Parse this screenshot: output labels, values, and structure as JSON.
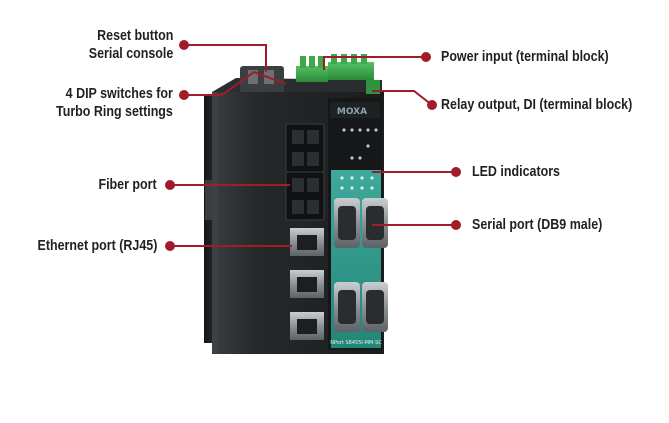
{
  "colors": {
    "leader_line": "#a01c2a",
    "housing_dark": "#1e2021",
    "faceplate_teal": "#2f9b8f",
    "terminal_green": "#3aa84a",
    "label_text": "#231f20"
  },
  "device": {
    "brand_logo": "MOXA",
    "model_text": "NPort S8455I-MM-SC"
  },
  "callouts": {
    "reset_serial": [
      "Reset button",
      "Serial console"
    ],
    "dip_switches": [
      "4 DIP switches for",
      "Turbo Ring settings"
    ],
    "fiber_port": [
      "Fiber port"
    ],
    "ethernet_port": [
      "Ethernet port (RJ45)"
    ],
    "power_input": [
      "Power input (terminal block)"
    ],
    "relay_output": [
      "Relay output, DI (terminal block)"
    ],
    "led_indicators": [
      "LED indicators"
    ],
    "serial_port": [
      "Serial port (DB9 male)"
    ]
  }
}
